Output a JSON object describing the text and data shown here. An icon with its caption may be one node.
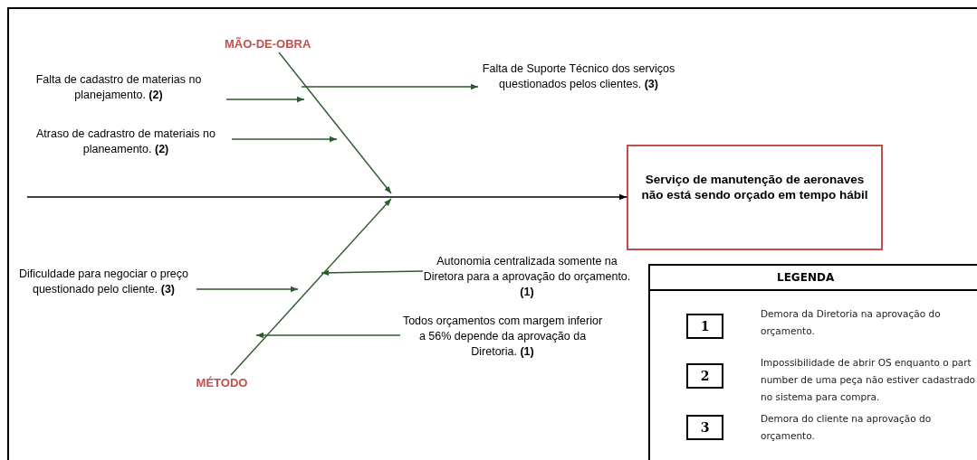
{
  "diagram": {
    "nodes": [
      {
        "text": [
          "MÃO-DE-OBRA"
        ]
      },
      {
        "text": [
          "Falta de cadastro de materias no planejamento. **(2)**"
        ]
      },
      {
        "text": [
          "Atraso de cadrastro de materiais no planeamento. **(2)**"
        ]
      },
      {
        "text": [
          "Falta de Suporte Técnico dos serviços questionados pelos clientes. **(3)**"
        ]
      },
      {
        "text": [
          "Serviço de manutenção de aeronaves não está sendo orçado em tempo hábil"
        ]
      },
      {
        "text": [
          "MÉTODO"
        ]
      },
      {
        "text": [
          "Dificuldade para negociar o preço questionado pelo cliente. **(3)**"
        ]
      },
      {
        "text": [
          "Autonomia centralizada somente na Diretora para a aprovação do orçamento. **(1)**"
        ]
      },
      {
        "text": [
          "Todos orçamentos com margem inferior a 56% depende da aprovação da Diretoria. **(1)**"
        ]
      },
      {
        "text": [
          "LEGENDA"
        ]
      },
      {
        "text": [
          "1"
        ],
        "in": 9,
        "beside": [
          "Demora da Diretoria na aprovação do orçamento."
        ]
      },
      {
        "text": [
          "2"
        ],
        "in": 9,
        "beside": [
          "Impossibilidade de abrir OS enquanto o part number de uma peça não estiver cadastrado no sistema para compra."
        ]
      },
      {
        "text": [
          "3"
        ],
        "in": 9,
        "beside": [
          "Demora do cliente na aprovação do orçamento."
        ]
      }
    ],
    "edges": [
      {
        "from": 0,
        "to": null,
        "arrow": "to"
      },
      {
        "from": 5,
        "to": null,
        "arrow": "to"
      },
      {
        "from": 1,
        "to": null,
        "arrow": "to"
      },
      {
        "from": 2,
        "to": null,
        "arrow": "to"
      },
      {
        "from": null,
        "to": 3,
        "arrow": "to"
      },
      {
        "from": 6,
        "to": null,
        "arrow": "to"
      },
      {
        "from": 7,
        "to": null,
        "arrow": "to"
      },
      {
        "from": 8,
        "to": null,
        "arrow": "to"
      },
      {
        "from": null,
        "to": 4,
        "arrow": "to",
        "color": "#000000"
      }
    ]
  }
}
